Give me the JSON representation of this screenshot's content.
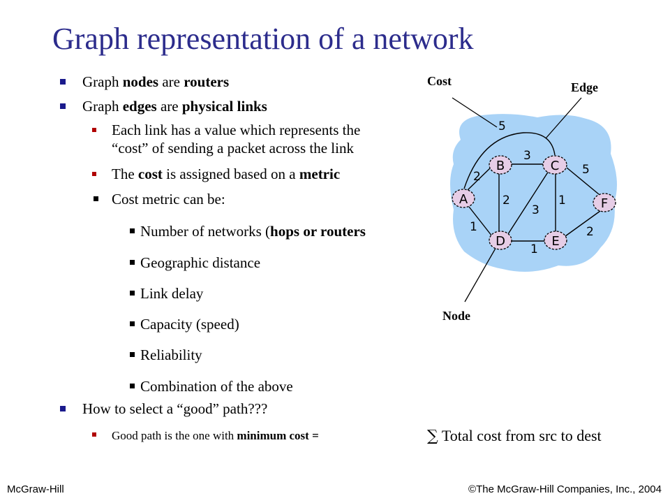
{
  "title": "Graph representation of a network",
  "bullets": [
    {
      "level": 1,
      "segments": [
        {
          "t": "Graph ",
          "b": false
        },
        {
          "t": "nodes",
          "b": true
        },
        {
          "t": " are ",
          "b": false
        },
        {
          "t": "routers",
          "b": true
        }
      ]
    },
    {
      "level": 1,
      "segments": [
        {
          "t": "Graph ",
          "b": false
        },
        {
          "t": "edges",
          "b": true
        },
        {
          "t": " are ",
          "b": false
        },
        {
          "t": "physical links",
          "b": true
        }
      ]
    },
    {
      "level": 2,
      "segments": [
        {
          "t": "Each link has a value which represents the",
          "b": false
        }
      ]
    },
    {
      "level": 0,
      "segments": [
        {
          "t": "“cost”  of sending a packet across the link",
          "b": false
        }
      ]
    },
    {
      "level": 2,
      "segments": [
        {
          "t": "The ",
          "b": false
        },
        {
          "t": "cost",
          "b": true
        },
        {
          "t": " is assigned based on a ",
          "b": false
        },
        {
          "t": "metric",
          "b": true
        }
      ]
    },
    {
      "level": 3,
      "segments": [
        {
          "t": "Cost  metric  can be:",
          "b": false
        }
      ]
    },
    {
      "level": 3,
      "segments": [
        {
          "t": "Number of networks (",
          "b": false
        },
        {
          "t": "hops or routers",
          "b": true
        }
      ]
    },
    {
      "level": 3,
      "segments": [
        {
          "t": "Geographic distance",
          "b": false
        }
      ]
    },
    {
      "level": 3,
      "segments": [
        {
          "t": "Link delay",
          "b": false
        }
      ]
    },
    {
      "level": 3,
      "segments": [
        {
          "t": "Capacity (speed)",
          "b": false
        }
      ]
    },
    {
      "level": 3,
      "segments": [
        {
          "t": "Reliability",
          "b": false
        }
      ]
    },
    {
      "level": 3,
      "segments": [
        {
          "t": "Combination of the above",
          "b": false
        }
      ]
    },
    {
      "level": 1,
      "segments": [
        {
          "t": "How to select a “good” path???",
          "b": false
        }
      ]
    },
    {
      "level": 2,
      "segments": [
        {
          "t": "Good path is the one with ",
          "b": false
        },
        {
          "t": "minimum cost =",
          "b": true
        }
      ],
      "small": true
    }
  ],
  "sigma": "∑",
  "total_cost_text": "Total cost from src to dest",
  "diagram": {
    "cost_label": "Cost",
    "edge_label": "Edge",
    "node_label": "Node",
    "nodes": [
      "A",
      "B",
      "C",
      "D",
      "E",
      "F"
    ],
    "edge_costs": [
      "2",
      "5",
      "3",
      "2",
      "3",
      "1",
      "5",
      "1",
      "1",
      "2"
    ],
    "cloud_color": "#a9d3f7",
    "node_color": "#e6cde6"
  },
  "footer": {
    "left": "McGraw-Hill",
    "right": "©The McGraw-Hill Companies, Inc., 2004"
  }
}
